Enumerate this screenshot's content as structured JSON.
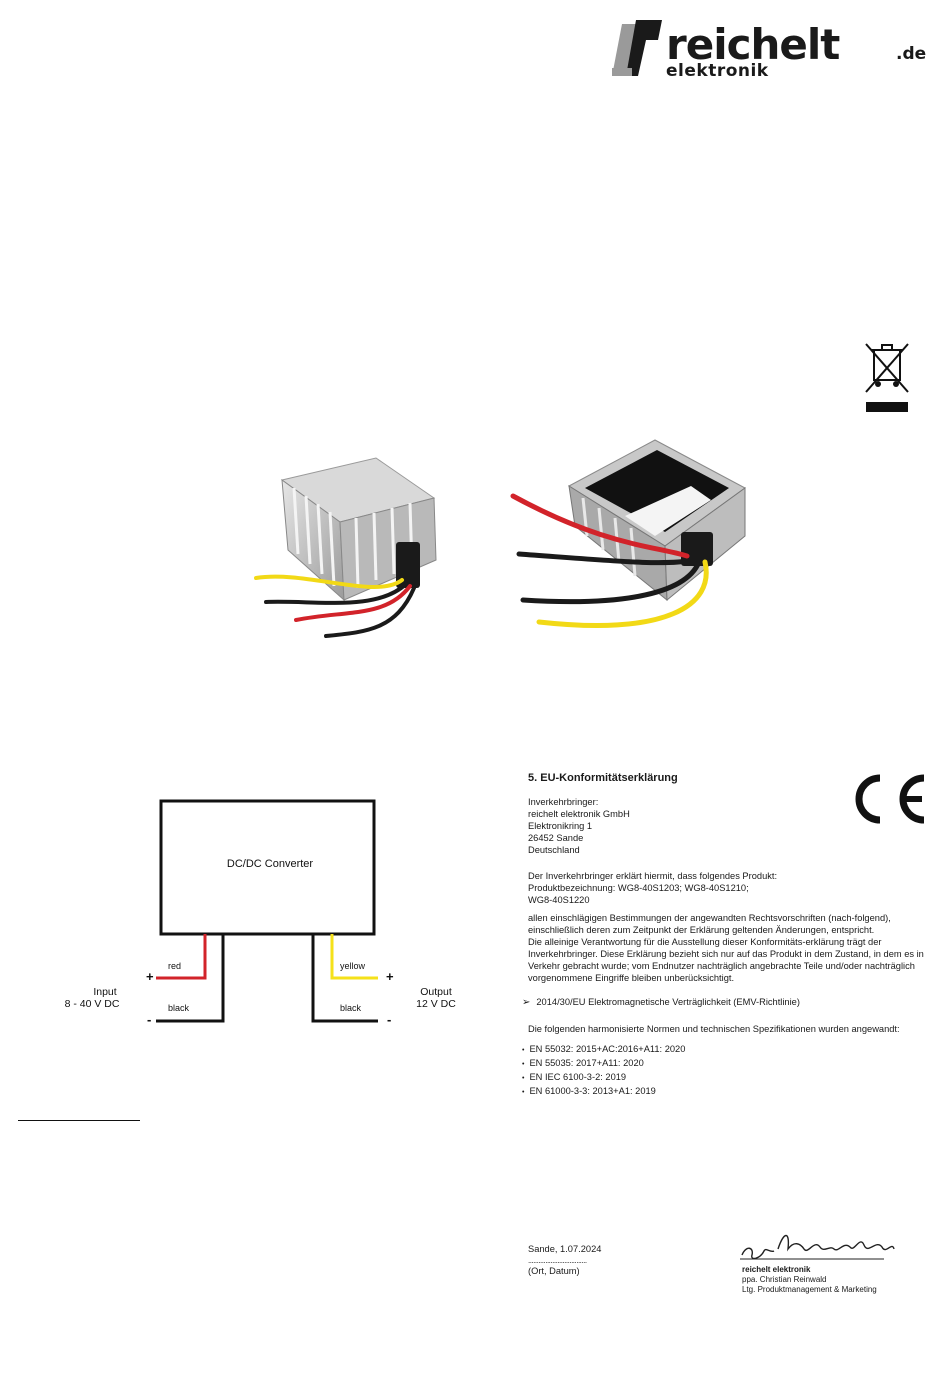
{
  "logo": {
    "wordmark": "reichelt",
    "tld": ".de",
    "subline": "elektronik"
  },
  "icons": {
    "weee": "crossed-out-wheelie-bin-icon",
    "ce": "ce-mark-icon"
  },
  "diagram": {
    "box_label": "DC/DC Converter",
    "input_label": "Input",
    "input_range": "8 - 40 V DC",
    "output_label": "Output",
    "output_value": "12 V DC",
    "wire_red": "red",
    "wire_black_in": "black",
    "wire_yellow": "yellow",
    "wire_black_out": "black",
    "plus": "+",
    "minus": "-",
    "colors": {
      "red": "#d2232a",
      "yellow": "#f5e11a",
      "black": "#111111"
    }
  },
  "declaration": {
    "heading": "5. EU-Konformitätserklärung",
    "importer_lines": [
      "Inverkehrbringer:",
      "reichelt elektronik GmbH",
      "Elektronikring 1",
      "26452 Sande",
      "Deutschland"
    ],
    "product_lines": [
      "Der Inverkehrbringer erklärt hiermit, dass folgendes Produkt:",
      "Produktbezeichnung: WG8-40S1203; WG8-40S1210;",
      "WG8-40S1220"
    ],
    "body_lines": [
      "allen einschlägigen Bestimmungen der angewandten Rechtsvorschriften (nach-folgend),",
      "einschließlich deren zum Zeitpunkt der Erklärung geltenden Änderungen, entspricht.",
      "Die alleinige Verantwortung für die Ausstellung dieser Konformitäts-erklärung trägt der",
      "Inverkehrbringer. Diese Erklärung bezieht sich nur auf das Produkt in dem Zustand, in dem es in",
      "Verkehr gebracht wurde; vom Endnutzer nachträglich angebrachte Teile und/oder nachträglich",
      "vorgenommene Eingriffe bleiben unberücksichtigt."
    ],
    "directive": "2014/30/EU Elektromagnetische Verträglichkeit (EMV-Richtlinie)",
    "standards_intro": "Die folgenden harmonisierte Normen und technischen Spezifikationen wurden angewandt:",
    "standards": [
      "EN 55032: 2015+AC:2016+A11: 2020",
      "EN 55035: 2017+A11: 2020",
      "EN IEC 6100-3-2: 2019",
      "EN 61000-3-3: 2013+A1: 2019"
    ],
    "place_date": "Sande, 1.07.2024",
    "place_date_dots": "..................................",
    "place_date_caption": "(Ort, Datum)",
    "signer_company": "reichelt elektronik",
    "signer_name": "ppa. Christian Reinwald",
    "signer_role": "Ltg. Produktmanagement & Marketing"
  }
}
